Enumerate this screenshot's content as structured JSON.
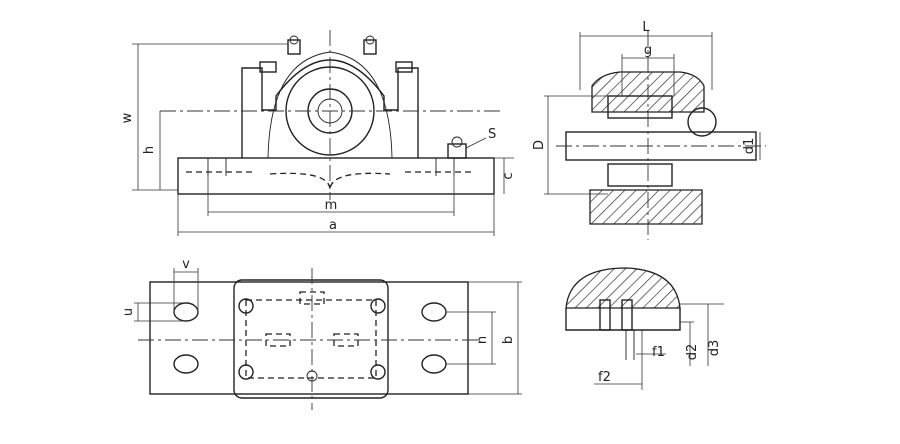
{
  "labels": {
    "L": "L",
    "g": "g",
    "w": "w",
    "h": "h",
    "S": "S",
    "c": "c",
    "m": "m",
    "a": "a",
    "D": "D",
    "d1": "d1",
    "v": "v",
    "u": "u",
    "n": "n",
    "b": "b",
    "f1": "f1",
    "f2": "f2",
    "d2": "d2",
    "d3": "d3"
  }
}
